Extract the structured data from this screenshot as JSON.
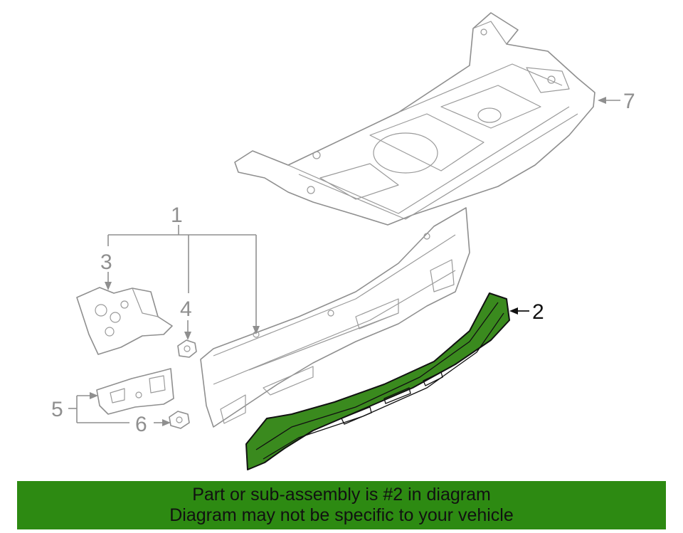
{
  "callouts": [
    {
      "id": "1",
      "label": "1"
    },
    {
      "id": "2",
      "label": "2"
    },
    {
      "id": "3",
      "label": "3"
    },
    {
      "id": "4",
      "label": "4"
    },
    {
      "id": "5",
      "label": "5"
    },
    {
      "id": "6",
      "label": "6"
    },
    {
      "id": "7",
      "label": "7"
    }
  ],
  "highlighted_part": "2",
  "colors": {
    "highlight": "#3a8a1e",
    "banner_bg": "#2d8a12",
    "line_art": "#8f8f8f"
  },
  "banner": {
    "line1": "Part or sub-assembly is #2 in diagram",
    "line2": "Diagram may not be specific to your vehicle"
  }
}
